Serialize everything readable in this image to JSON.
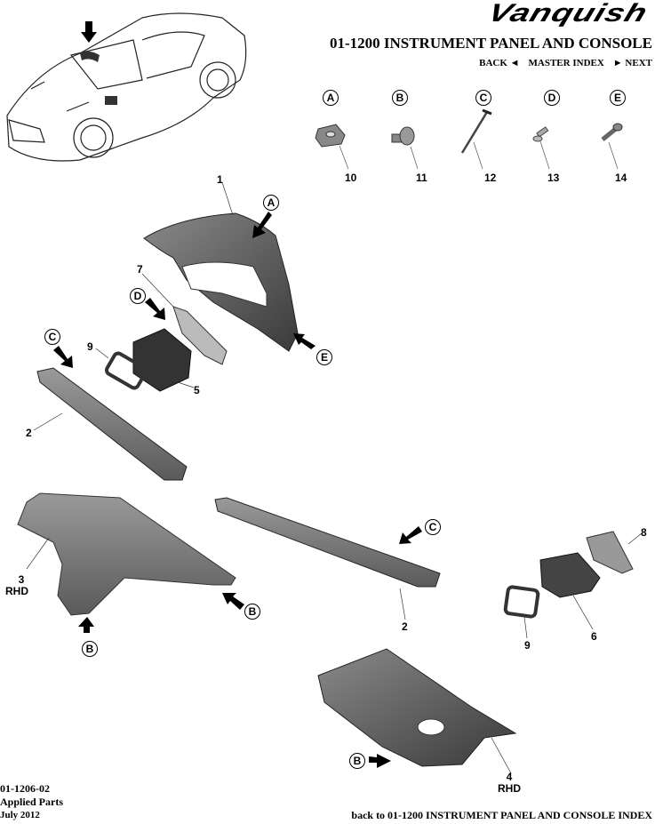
{
  "header": {
    "logo_text": "Vanquish",
    "title": "01-1200 INSTRUMENT PANEL AND CONSOLE",
    "nav": {
      "back_label": "BACK ◄",
      "master_index_label": "MASTER INDEX",
      "next_label": "► NEXT"
    }
  },
  "fixings": [
    {
      "letter": "A",
      "part_number": "10",
      "icon": "clip-nut-icon"
    },
    {
      "letter": "B",
      "part_number": "11",
      "icon": "flange-bolt-icon"
    },
    {
      "letter": "C",
      "part_number": "12",
      "icon": "nail-pin-icon"
    },
    {
      "letter": "D",
      "part_number": "13",
      "icon": "rivet-icon"
    },
    {
      "letter": "E",
      "part_number": "14",
      "icon": "screw-icon"
    }
  ],
  "callouts": {
    "p1": "1",
    "p2a": "2",
    "p2b": "2",
    "p3": "3",
    "p3_note": "RHD",
    "p4": "4",
    "p4_note": "RHD",
    "p5": "5",
    "p6": "6",
    "p7": "7",
    "p8": "8",
    "p9a": "9",
    "p9b": "9",
    "fixA": "A",
    "fixB1": "B",
    "fixB2": "B",
    "fixB3": "B",
    "fixC1": "C",
    "fixC2": "C",
    "fixD": "D",
    "fixE": "E"
  },
  "footer": {
    "code": "01-1206-02",
    "section": "Applied Parts",
    "date": "July 2012",
    "back_link": "back to 01-1200 INSTRUMENT PANEL AND CONSOLE INDEX"
  }
}
